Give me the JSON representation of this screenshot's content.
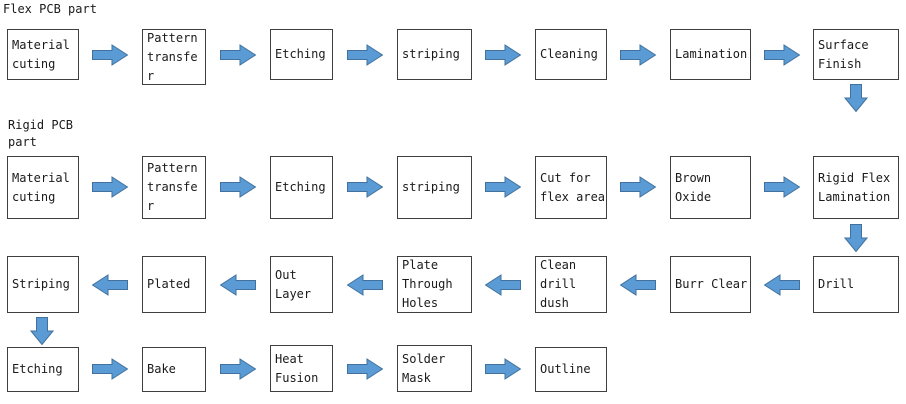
{
  "labels": {
    "flex_section": "Flex PCB part",
    "rigid_section": "Rigid PCB\npart"
  },
  "colors": {
    "arrow_fill": "#5b9bd5",
    "arrow_stroke": "#41719c",
    "box_border": "#3f3f3f",
    "text": "#1a1a1a",
    "background": "#ffffff"
  },
  "icons": {
    "arrow_right": "➡",
    "arrow_left": "⬅",
    "arrow_down": "⬇"
  },
  "flow": {
    "flex_row": [
      "Material\ncuting",
      "Pattern\ntransfe\nr",
      "Etching",
      "striping",
      "Cleaning",
      "Lamination",
      "Surface\nFinish"
    ],
    "rigid_row": [
      "Material\ncuting",
      "Pattern\ntransfe\nr",
      "Etching",
      "striping",
      "Cut for\nflex area",
      "Brown\nOxide",
      "Rigid Flex\nLamination"
    ],
    "drill_row": [
      "Striping",
      "Plated",
      "Out\nLayer",
      "Plate\nThrough\nHoles",
      "Clean\ndrill\ndush",
      "Burr Clear",
      "Drill"
    ],
    "finish_row": [
      "Etching",
      "Bake",
      "Heat\nFusion",
      "Solder\nMask",
      "Outline"
    ]
  }
}
